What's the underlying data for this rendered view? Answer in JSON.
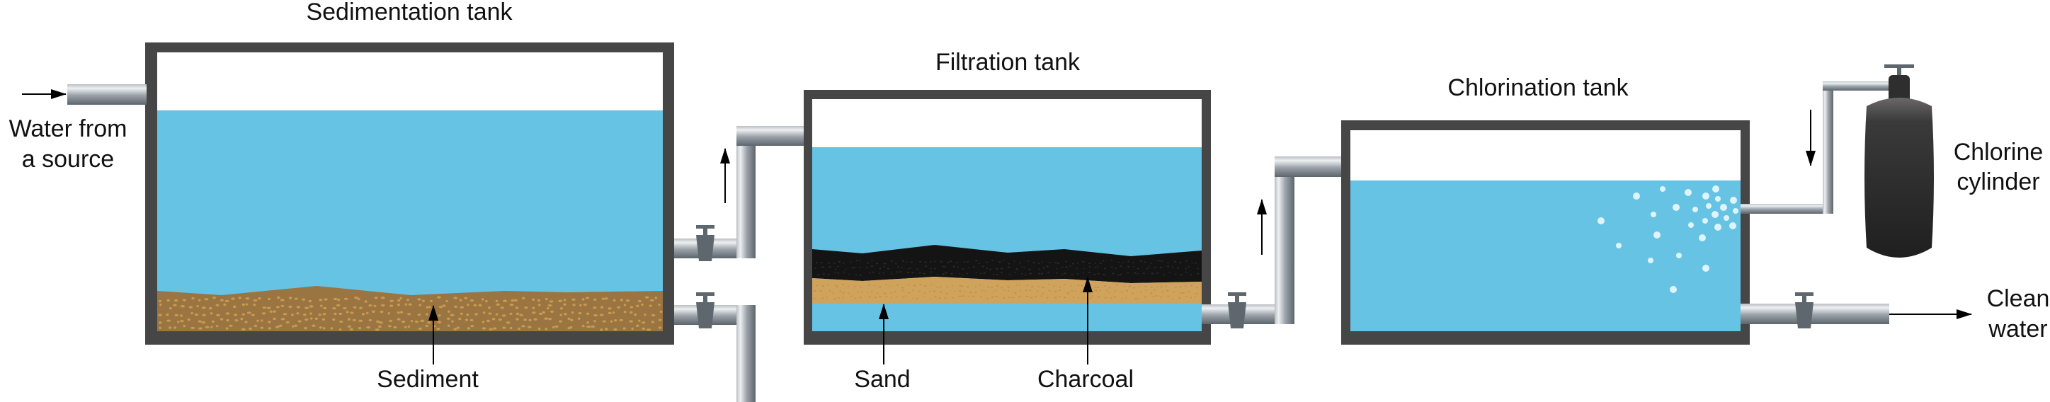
{
  "labels": {
    "sedimentation_tank": "Sedimentation tank",
    "filtration_tank": "Filtration tank",
    "chlorination_tank": "Chlorination tank",
    "source_line1": "Water from",
    "source_line2": "a source",
    "sediment": "Sediment",
    "sand": "Sand",
    "charcoal": "Charcoal",
    "chlorine_line1": "Chlorine",
    "chlorine_line2": "cylinder",
    "clean_line1": "Clean",
    "clean_line2": "water"
  },
  "colors": {
    "water": "#67c3e3",
    "tank_wall": "#464646",
    "sediment": "#9a7542",
    "sand": "#d0a35c",
    "charcoal": "#141414",
    "pipe_light": "#e9ebed",
    "pipe_dark": "#5d656d",
    "valve": "#5e666e",
    "cylinder": "#2b2b2b",
    "bubble": "#dff3fb"
  },
  "icons": {
    "flow_arrow": "arrow-icon",
    "valve": "valve-icon"
  }
}
